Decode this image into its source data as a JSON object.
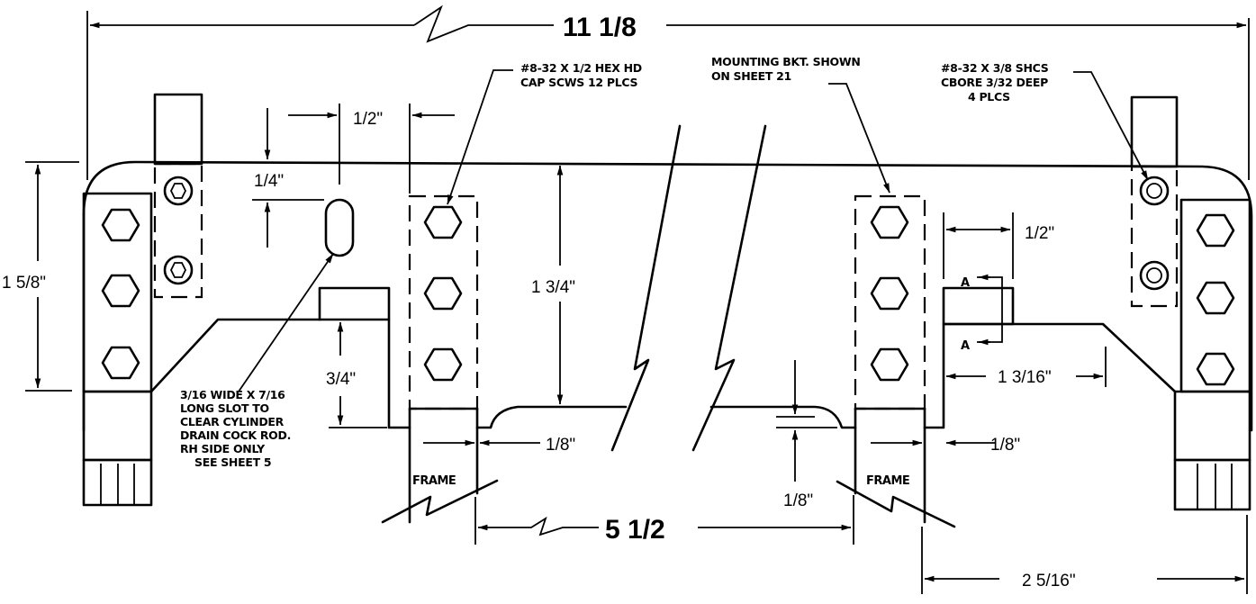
{
  "dimensions": {
    "overall_length": "11 1/8",
    "frame_spacing": "5 1/2",
    "height_left": "1 5/8\"",
    "height_center": "1 3/4\"",
    "slot_offset_horizontal": "1/2\"",
    "slot_offset_vertical": "1/4\"",
    "pad_height": "3/4\"",
    "gap_left": "1/8\"",
    "step_center": "1/8\"",
    "gap_right": "1/8\"",
    "pad_width_right": "1/2\"",
    "pad_offset_right": "1 3/16\"",
    "overhang_right": "2 5/16\""
  },
  "notes": {
    "hex_screws": [
      "#8-32 X 1/2 HEX HD",
      "CAP SCWS  12 PLCS"
    ],
    "mounting_bracket": [
      "MOUNTING BKT. SHOWN",
      "ON SHEET 21"
    ],
    "shcs": [
      "#8-32 X 3/8 SHCS",
      "CBORE 3/32 DEEP",
      "4 PLCS"
    ],
    "slot": [
      "3/16 WIDE X 7/16",
      "LONG SLOT TO",
      "CLEAR CYLINDER",
      "DRAIN COCK ROD.",
      "RH SIDE ONLY",
      "SEE SHEET 5"
    ]
  },
  "labels": {
    "frame_left": "FRAME",
    "frame_right": "FRAME",
    "section_top": "A",
    "section_bottom": "A"
  }
}
